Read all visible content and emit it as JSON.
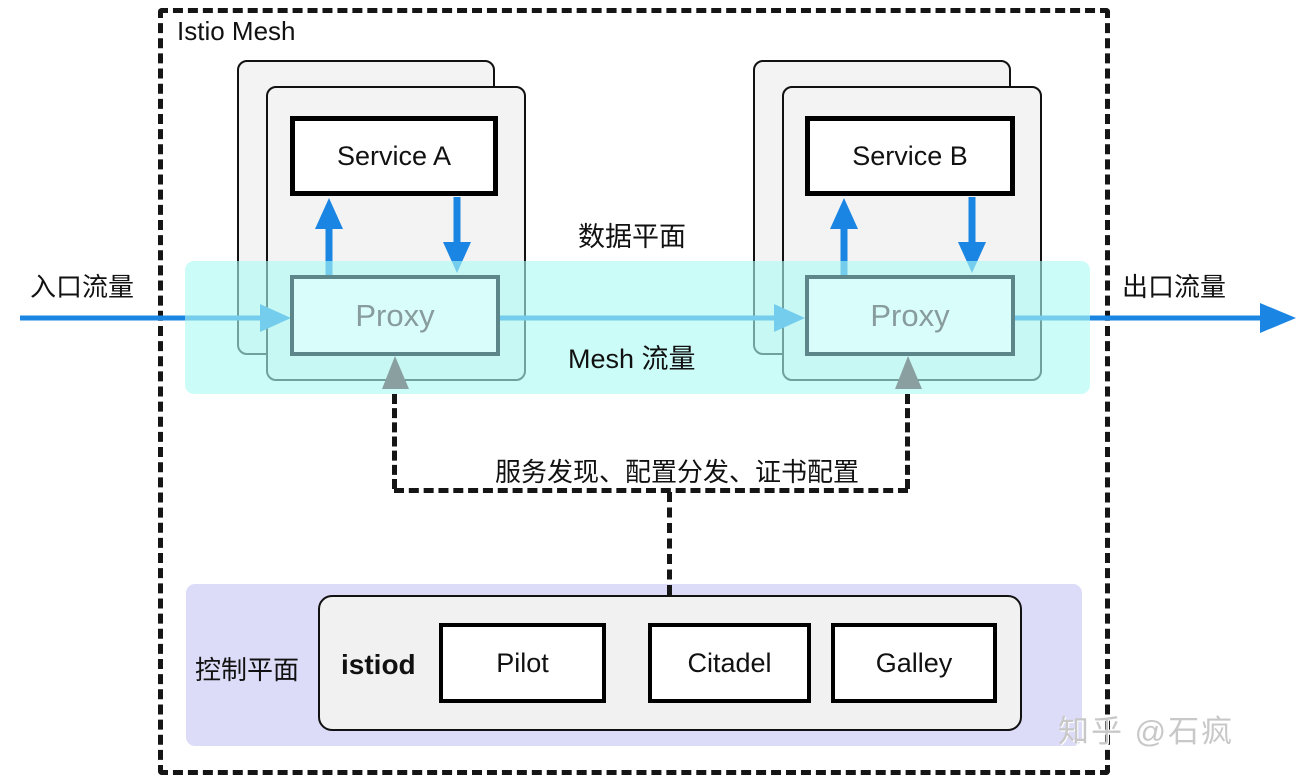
{
  "diagram": {
    "title": "Istio Mesh",
    "labels": {
      "ingress": "入口流量",
      "egress": "出口流量",
      "data_plane": "数据平面",
      "mesh_traffic": "Mesh 流量",
      "discovery": "服务发现、配置分发、证书配置",
      "control_plane": "控制平面"
    },
    "nodes": {
      "service_a": "Service A",
      "service_b": "Service B",
      "proxy_a": "Proxy",
      "proxy_b": "Proxy",
      "istiod": "istiod",
      "pilot": "Pilot",
      "citadel": "Citadel",
      "galley": "Galley"
    },
    "watermark": "知乎 @石疯",
    "colors": {
      "arrow_blue": "#1b85e3",
      "band_cyan": "#ccfdf8",
      "control_lavender": "#dcdcf8",
      "proxy_border": "#5d868b",
      "proxy_text": "#889b9d",
      "gray_arrow": "#8a9fa0",
      "card_fill": "#f2f3f2"
    }
  }
}
